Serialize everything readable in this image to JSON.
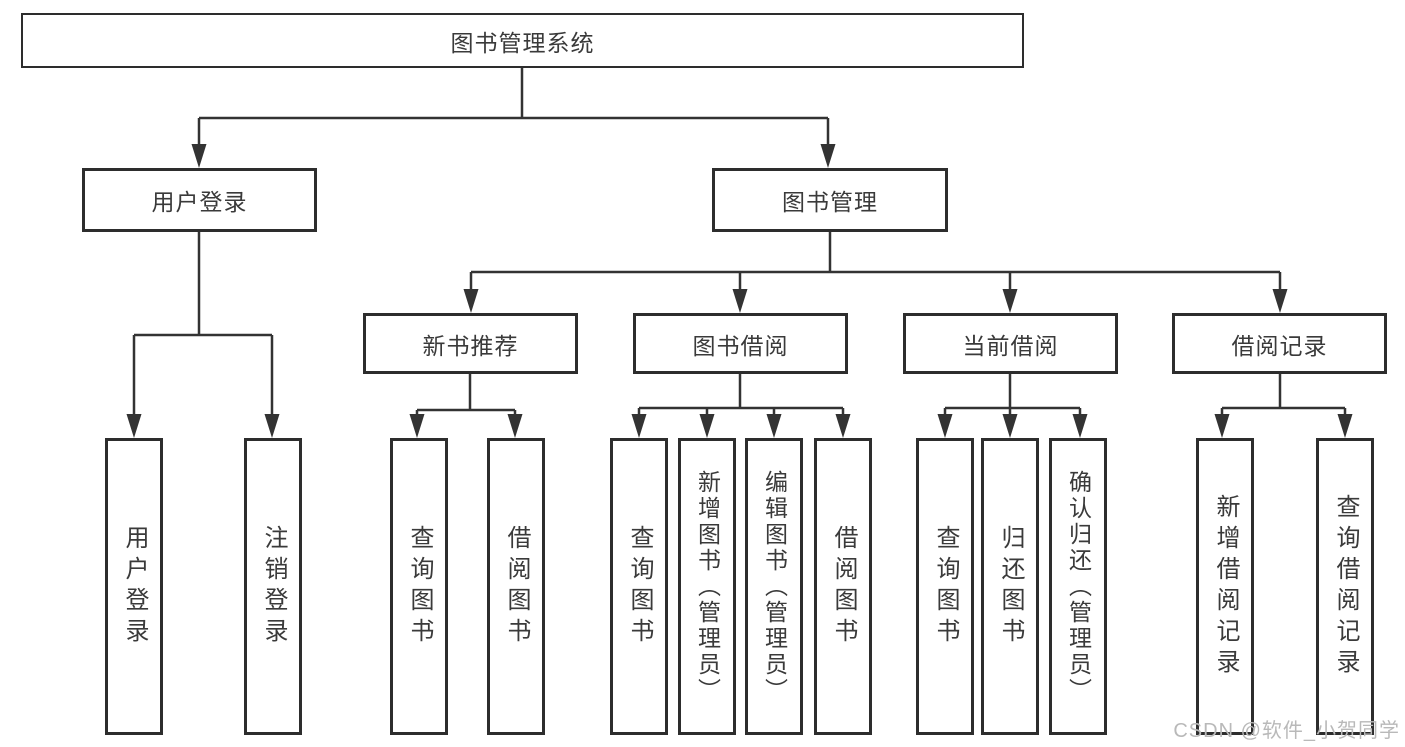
{
  "diagram": {
    "title": "图书管理系统",
    "nodes": {
      "root": {
        "label": "图书管理系统"
      },
      "user_login": {
        "label": "用户登录"
      },
      "book_mgmt": {
        "label": "图书管理"
      },
      "new_book_rec": {
        "label": "新书推荐"
      },
      "book_borrow": {
        "label": "图书借阅"
      },
      "current_borrow": {
        "label": "当前借阅"
      },
      "borrow_records": {
        "label": "借阅记录"
      },
      "ul_login": {
        "label": "用户登录"
      },
      "ul_logout": {
        "label": "注销登录"
      },
      "nbr_query": {
        "label": "查询图书"
      },
      "nbr_borrow": {
        "label": "借阅图书"
      },
      "bb_query": {
        "label": "查询图书"
      },
      "bb_add": {
        "label": "新增图书（管理员）"
      },
      "bb_edit": {
        "label": "编辑图书（管理员）"
      },
      "bb_borrow": {
        "label": "借阅图书"
      },
      "cb_query": {
        "label": "查询图书"
      },
      "cb_return": {
        "label": "归还图书"
      },
      "cb_confirm": {
        "label": "确认归还（管理员）"
      },
      "br_add": {
        "label": "新增借阅记录"
      },
      "br_query": {
        "label": "查询借阅记录"
      }
    },
    "edges": [
      [
        "root",
        "user_login"
      ],
      [
        "root",
        "book_mgmt"
      ],
      [
        "user_login",
        "ul_login"
      ],
      [
        "user_login",
        "ul_logout"
      ],
      [
        "book_mgmt",
        "new_book_rec"
      ],
      [
        "book_mgmt",
        "book_borrow"
      ],
      [
        "book_mgmt",
        "current_borrow"
      ],
      [
        "book_mgmt",
        "borrow_records"
      ],
      [
        "new_book_rec",
        "nbr_query"
      ],
      [
        "new_book_rec",
        "nbr_borrow"
      ],
      [
        "book_borrow",
        "bb_query"
      ],
      [
        "book_borrow",
        "bb_add"
      ],
      [
        "book_borrow",
        "bb_edit"
      ],
      [
        "book_borrow",
        "bb_borrow"
      ],
      [
        "current_borrow",
        "cb_query"
      ],
      [
        "current_borrow",
        "cb_return"
      ],
      [
        "current_borrow",
        "cb_confirm"
      ],
      [
        "borrow_records",
        "br_add"
      ],
      [
        "borrow_records",
        "br_query"
      ]
    ]
  },
  "watermark": {
    "text": "CSDN @软件_小贺同学",
    "color": "#b9b9b9"
  },
  "colors": {
    "line": "#333333",
    "box_border": "#2d2d2d",
    "text": "#3a3a3a",
    "background": "#ffffff"
  }
}
